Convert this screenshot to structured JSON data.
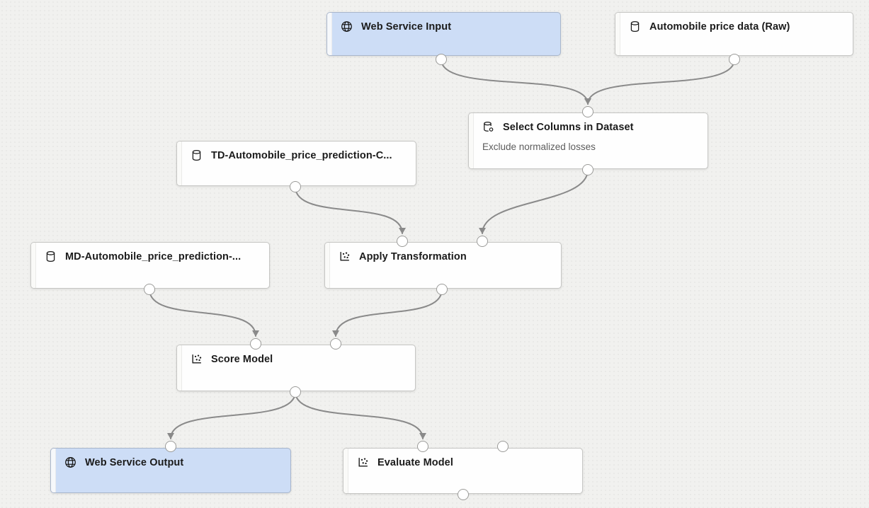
{
  "canvas": {
    "background_color": "#f1f1ef",
    "node_accent_blue": "#cdddf6",
    "edge_color": "#8a8a8a"
  },
  "nodes": [
    {
      "id": "web-service-input",
      "label": "Web Service Input",
      "icon": "globe-icon",
      "variant": "blue"
    },
    {
      "id": "automobile-price-data",
      "label": "Automobile price data (Raw)",
      "icon": "database-icon",
      "variant": "white"
    },
    {
      "id": "select-columns",
      "label": "Select Columns in Dataset",
      "sublabel": "Exclude normalized losses",
      "icon": "database-gear-icon",
      "variant": "white"
    },
    {
      "id": "td-dataset",
      "label": "TD-Automobile_price_prediction-C...",
      "icon": "database-icon",
      "variant": "white"
    },
    {
      "id": "md-dataset",
      "label": "MD-Automobile_price_prediction-...",
      "icon": "database-icon",
      "variant": "white"
    },
    {
      "id": "apply-transformation",
      "label": "Apply Transformation",
      "icon": "scatter-icon",
      "variant": "white"
    },
    {
      "id": "score-model",
      "label": "Score Model",
      "icon": "scatter-icon",
      "variant": "white"
    },
    {
      "id": "web-service-output",
      "label": "Web Service Output",
      "icon": "globe-icon",
      "variant": "blue"
    },
    {
      "id": "evaluate-model",
      "label": "Evaluate Model",
      "icon": "scatter-icon",
      "variant": "white"
    }
  ],
  "connections": [
    {
      "from": "web-service-input",
      "to": "select-columns"
    },
    {
      "from": "automobile-price-data",
      "to": "select-columns"
    },
    {
      "from": "td-dataset",
      "to": "apply-transformation",
      "to_port": "left"
    },
    {
      "from": "select-columns",
      "to": "apply-transformation",
      "to_port": "right"
    },
    {
      "from": "md-dataset",
      "to": "score-model",
      "to_port": "left"
    },
    {
      "from": "apply-transformation",
      "to": "score-model",
      "to_port": "right"
    },
    {
      "from": "score-model",
      "to": "web-service-output"
    },
    {
      "from": "score-model",
      "to": "evaluate-model",
      "to_port": "left"
    }
  ]
}
